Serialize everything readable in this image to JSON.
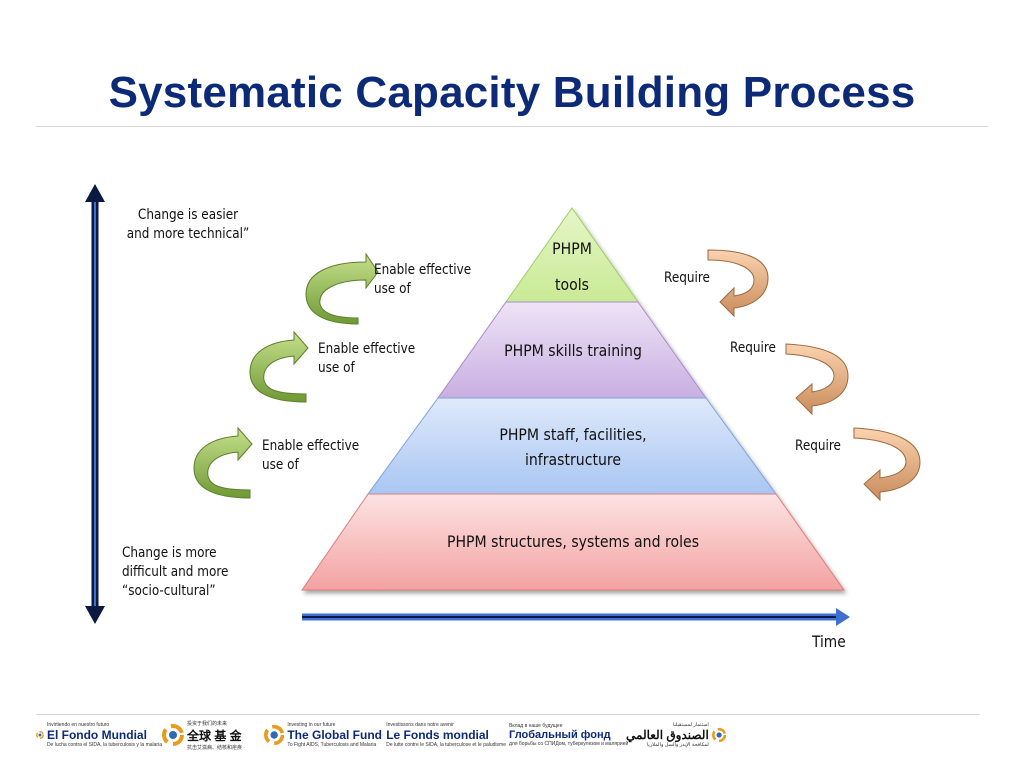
{
  "title": "Systematic Capacity Building Process",
  "left_axis": {
    "top_note": "Change is easier\nand more technical”",
    "bottom_note": "Change is more\ndifficult and more\n“socio-cultural”"
  },
  "pyramid": {
    "levels": [
      {
        "label": "PHPM\n\ntools",
        "color_top": "#e6f5c8",
        "color_bottom": "#c9ea95"
      },
      {
        "label": "PHPM skills training",
        "color_top": "#efe3f6",
        "color_bottom": "#c8afe1"
      },
      {
        "label": "PHPM staff, facilities,\ninfrastructure",
        "color_top": "#dfe9fb",
        "color_bottom": "#a9c6f2"
      },
      {
        "label": "PHPM structures, systems and roles",
        "color_top": "#fde3e3",
        "color_bottom": "#f3a2a2"
      }
    ]
  },
  "left_arrows": [
    {
      "label": "Enable effective\nuse of"
    },
    {
      "label": "Enable effective\nuse of"
    },
    {
      "label": "Enable effective\nuse of"
    }
  ],
  "right_arrows": [
    {
      "label": "Require"
    },
    {
      "label": "Require"
    },
    {
      "label": "Require"
    }
  ],
  "time_axis": {
    "label": "Time"
  },
  "footer_logos": [
    {
      "tagline": "Invirtiendo en nuestro futuro",
      "name": "El Fondo Mundial",
      "sub": "De lucha contra el SIDA, la tuberculosis y la malaria"
    },
    {
      "tagline": "投资于我们的未来",
      "name": "全球 基 金",
      "sub": "抗击艾滋病、结核和疟疾"
    },
    {
      "tagline": "Investing in our future",
      "name": "The Global Fund",
      "sub": "To Fight AIDS, Tuberculosis and Malaria"
    },
    {
      "tagline": "Investissons dans notre avenir",
      "name": "Le Fonds mondial",
      "sub": "De lutte contre le SIDA, la tuberculose et le paludisme"
    },
    {
      "tagline": "Вклад в наше будущее",
      "name": "Глобальный фонд",
      "sub": "для борьбы со СПИДом, туберкулезом и малярией"
    },
    {
      "tagline": "استثمار لمستقبلنا",
      "name": "الصندوق العالمي",
      "sub": "لمكافحة الإيدز والسل والملاريا"
    }
  ],
  "colors": {
    "title": "#0d2a78",
    "green_arrow": "#8ebc4f",
    "orange_arrow": "#f4b07a",
    "axis_blue": "#3f6fd0",
    "axis_dark": "#0a1a40"
  }
}
